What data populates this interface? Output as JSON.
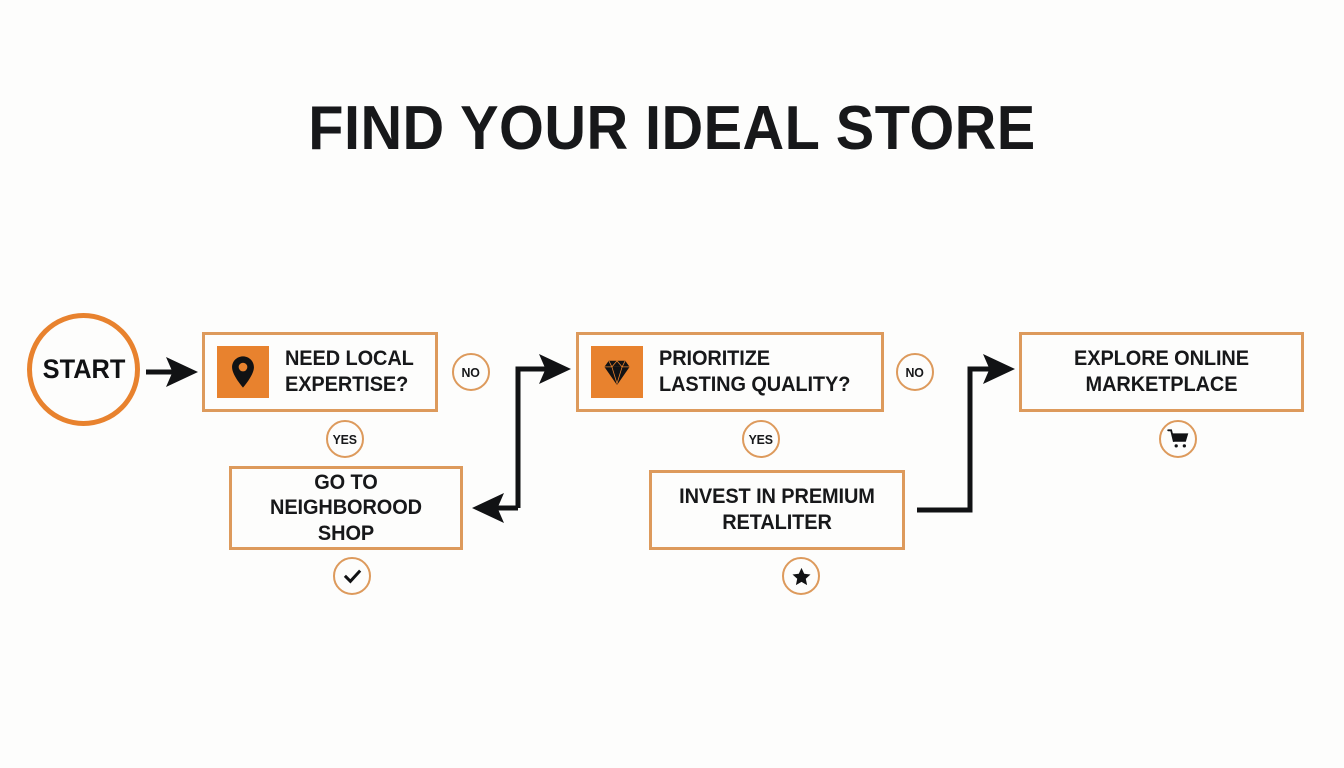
{
  "page": {
    "title": "FIND YOUR IDEAL STORE",
    "background_color": "#fdfdfc"
  },
  "theme": {
    "accent_orange": "#e8822e",
    "border_orange": "#dd9a5c",
    "text_black": "#17181a"
  },
  "flow": {
    "start": {
      "label": "START",
      "shape": "circle"
    },
    "nodes": [
      {
        "id": "need-local-expertise",
        "text": "NEED LOCAL\nEXPERTISE?",
        "icon": "location-pin-icon",
        "type": "decision"
      },
      {
        "id": "go-to-neighborood-shop",
        "text": "GO TO\nNEIGHBOROOD\nSHOP",
        "icon": null,
        "type": "outcome"
      },
      {
        "id": "prioritize-lasting-quality",
        "text": "PRIORITIZE\nLASTING QUALITY?",
        "icon": "diamond-icon",
        "type": "decision"
      },
      {
        "id": "invest-in-premium-retaliter",
        "text": "INVEST IN PREMIUM\nRETALITER",
        "icon": null,
        "type": "outcome"
      },
      {
        "id": "explore-online-marketplace",
        "text": "EXPLORE ONLINE\nMARKETPLACE",
        "icon": null,
        "type": "outcome"
      }
    ],
    "badges": [
      {
        "id": "no-1",
        "label": "NO",
        "kind": "text"
      },
      {
        "id": "yes-1",
        "label": "YES",
        "kind": "text"
      },
      {
        "id": "no-2",
        "label": "NO",
        "kind": "text"
      },
      {
        "id": "yes-2",
        "label": "YES",
        "kind": "text"
      },
      {
        "id": "check",
        "label": "",
        "kind": "icon",
        "icon": "check-icon"
      },
      {
        "id": "star",
        "label": "",
        "kind": "icon",
        "icon": "star-icon"
      },
      {
        "id": "cart",
        "label": "",
        "kind": "icon",
        "icon": "shopping-cart-icon"
      }
    ],
    "edges": [
      {
        "from": "start",
        "to": "need-local-expertise",
        "label": ""
      },
      {
        "from": "need-local-expertise",
        "to": "prioritize-lasting-quality",
        "label": "NO"
      },
      {
        "from": "need-local-expertise",
        "to": "go-to-neighborood-shop",
        "label": "YES"
      },
      {
        "from": "prioritize-lasting-quality",
        "to": "explore-online-marketplace",
        "label": "NO"
      },
      {
        "from": "prioritize-lasting-quality",
        "to": "invest-in-premium-retaliter",
        "label": "YES"
      }
    ]
  }
}
